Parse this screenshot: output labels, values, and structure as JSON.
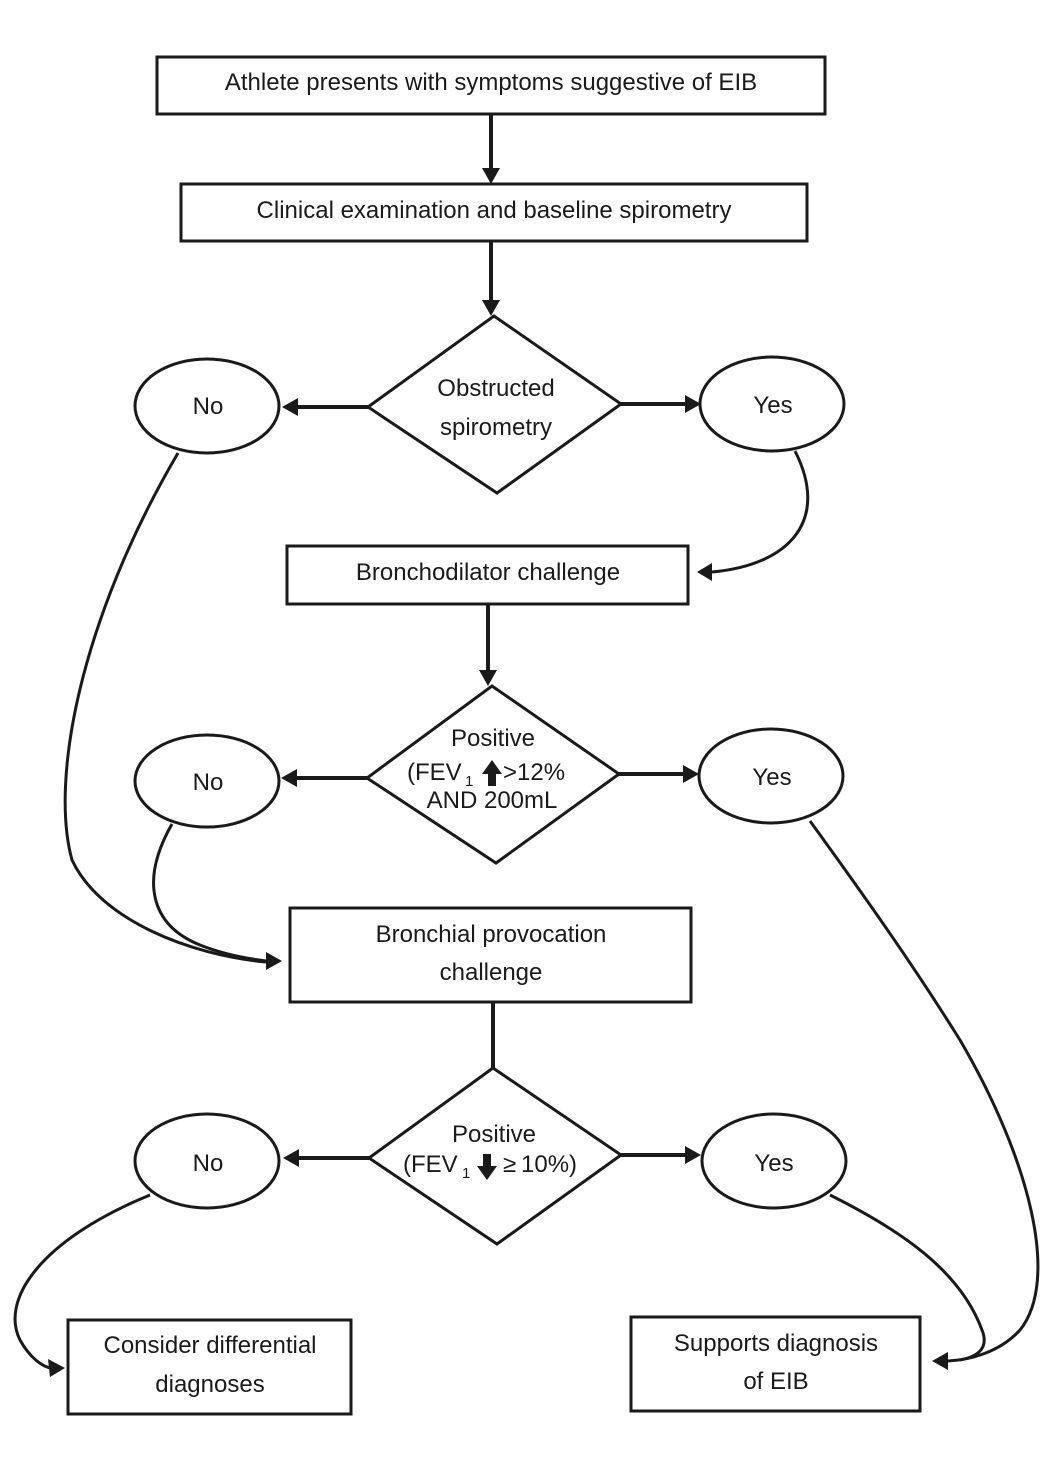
{
  "nodes": {
    "start": "Athlete presents with symptoms suggestive of EIB",
    "exam": "Clinical examination and baseline spirometry",
    "obstructed_line1": "Obstructed",
    "obstructed_line2": "spirometry",
    "no1": "No",
    "yes1": "Yes",
    "bronchodilator": "Bronchodilator challenge",
    "pos1_line1": "Positive",
    "pos1_line2_a": "(FEV",
    "pos1_line2_sub": "1",
    "pos1_line2_b": " >12%",
    "pos1_line3": "AND 200mL",
    "no2": "No",
    "yes2": "Yes",
    "provocation_line1": "Bronchial provocation",
    "provocation_line2": "challenge",
    "pos2_line1": "Positive",
    "pos2_line2_a": "(FEV",
    "pos2_line2_sub": "1",
    "pos2_line2_ge": "≥",
    "pos2_line2_b": "10%)",
    "no3": "No",
    "yes3": "Yes",
    "differential_line1": "Consider differential",
    "differential_line2": "diagnoses",
    "supports_line1": "Supports diagnosis",
    "supports_line2": "of EIB"
  },
  "colors": {
    "ink": "#1a1a1a",
    "background": "#ffffff"
  }
}
